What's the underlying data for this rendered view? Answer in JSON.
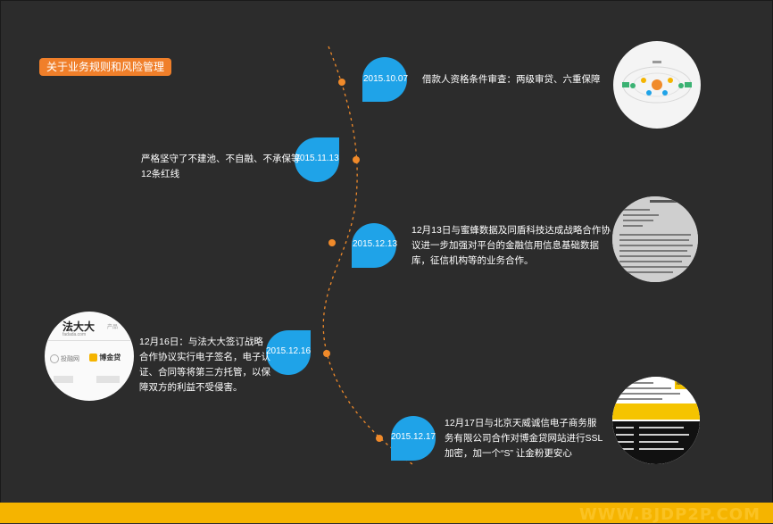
{
  "section_title": "关于业务规则和风险管理",
  "colors": {
    "background": "#2c2c2c",
    "accent_orange": "#f07f2a",
    "drop_blue": "#1fa3e8",
    "footer_yellow": "#f5b400"
  },
  "events": [
    {
      "date": "2015.10.07",
      "text": "借款人资格条件审查：两级审贷、六重保障"
    },
    {
      "date": "2015.11.13",
      "text_lines": [
        "严格坚守了不建池、不自融、不承保等",
        "12条红线"
      ]
    },
    {
      "date": "2015.12.13",
      "text_lines": [
        "12月13日与蜜蜂数据及同盾科技达成战略合作协",
        "议进一步加强对平台的金融信用信息基础数据",
        "库，征信机构等的业务合作。"
      ]
    },
    {
      "date": "2015.12.16",
      "text_lines": [
        "12月16日：与法大大签订战略",
        "合作协议实行电子签名，电子认",
        "证、合同等将第三方托管，以保",
        "障双方的利益不受侵害。"
      ]
    },
    {
      "date": "2015.12.17",
      "text_lines": [
        "12月17日与北京天威诚信电子商务服",
        "务有限公司合作对博金贷网站进行SSL",
        "加密，加一个“S” 让金粉更安心"
      ]
    }
  ],
  "logos": {
    "fadada": "法大大",
    "fadada_sub": "fadada.com",
    "fadada_tab": "产品",
    "tourong": "投融网",
    "bojindai": "博金贷",
    "norton": "Norton"
  },
  "watermark": "WWW.BJDP2P.COM"
}
